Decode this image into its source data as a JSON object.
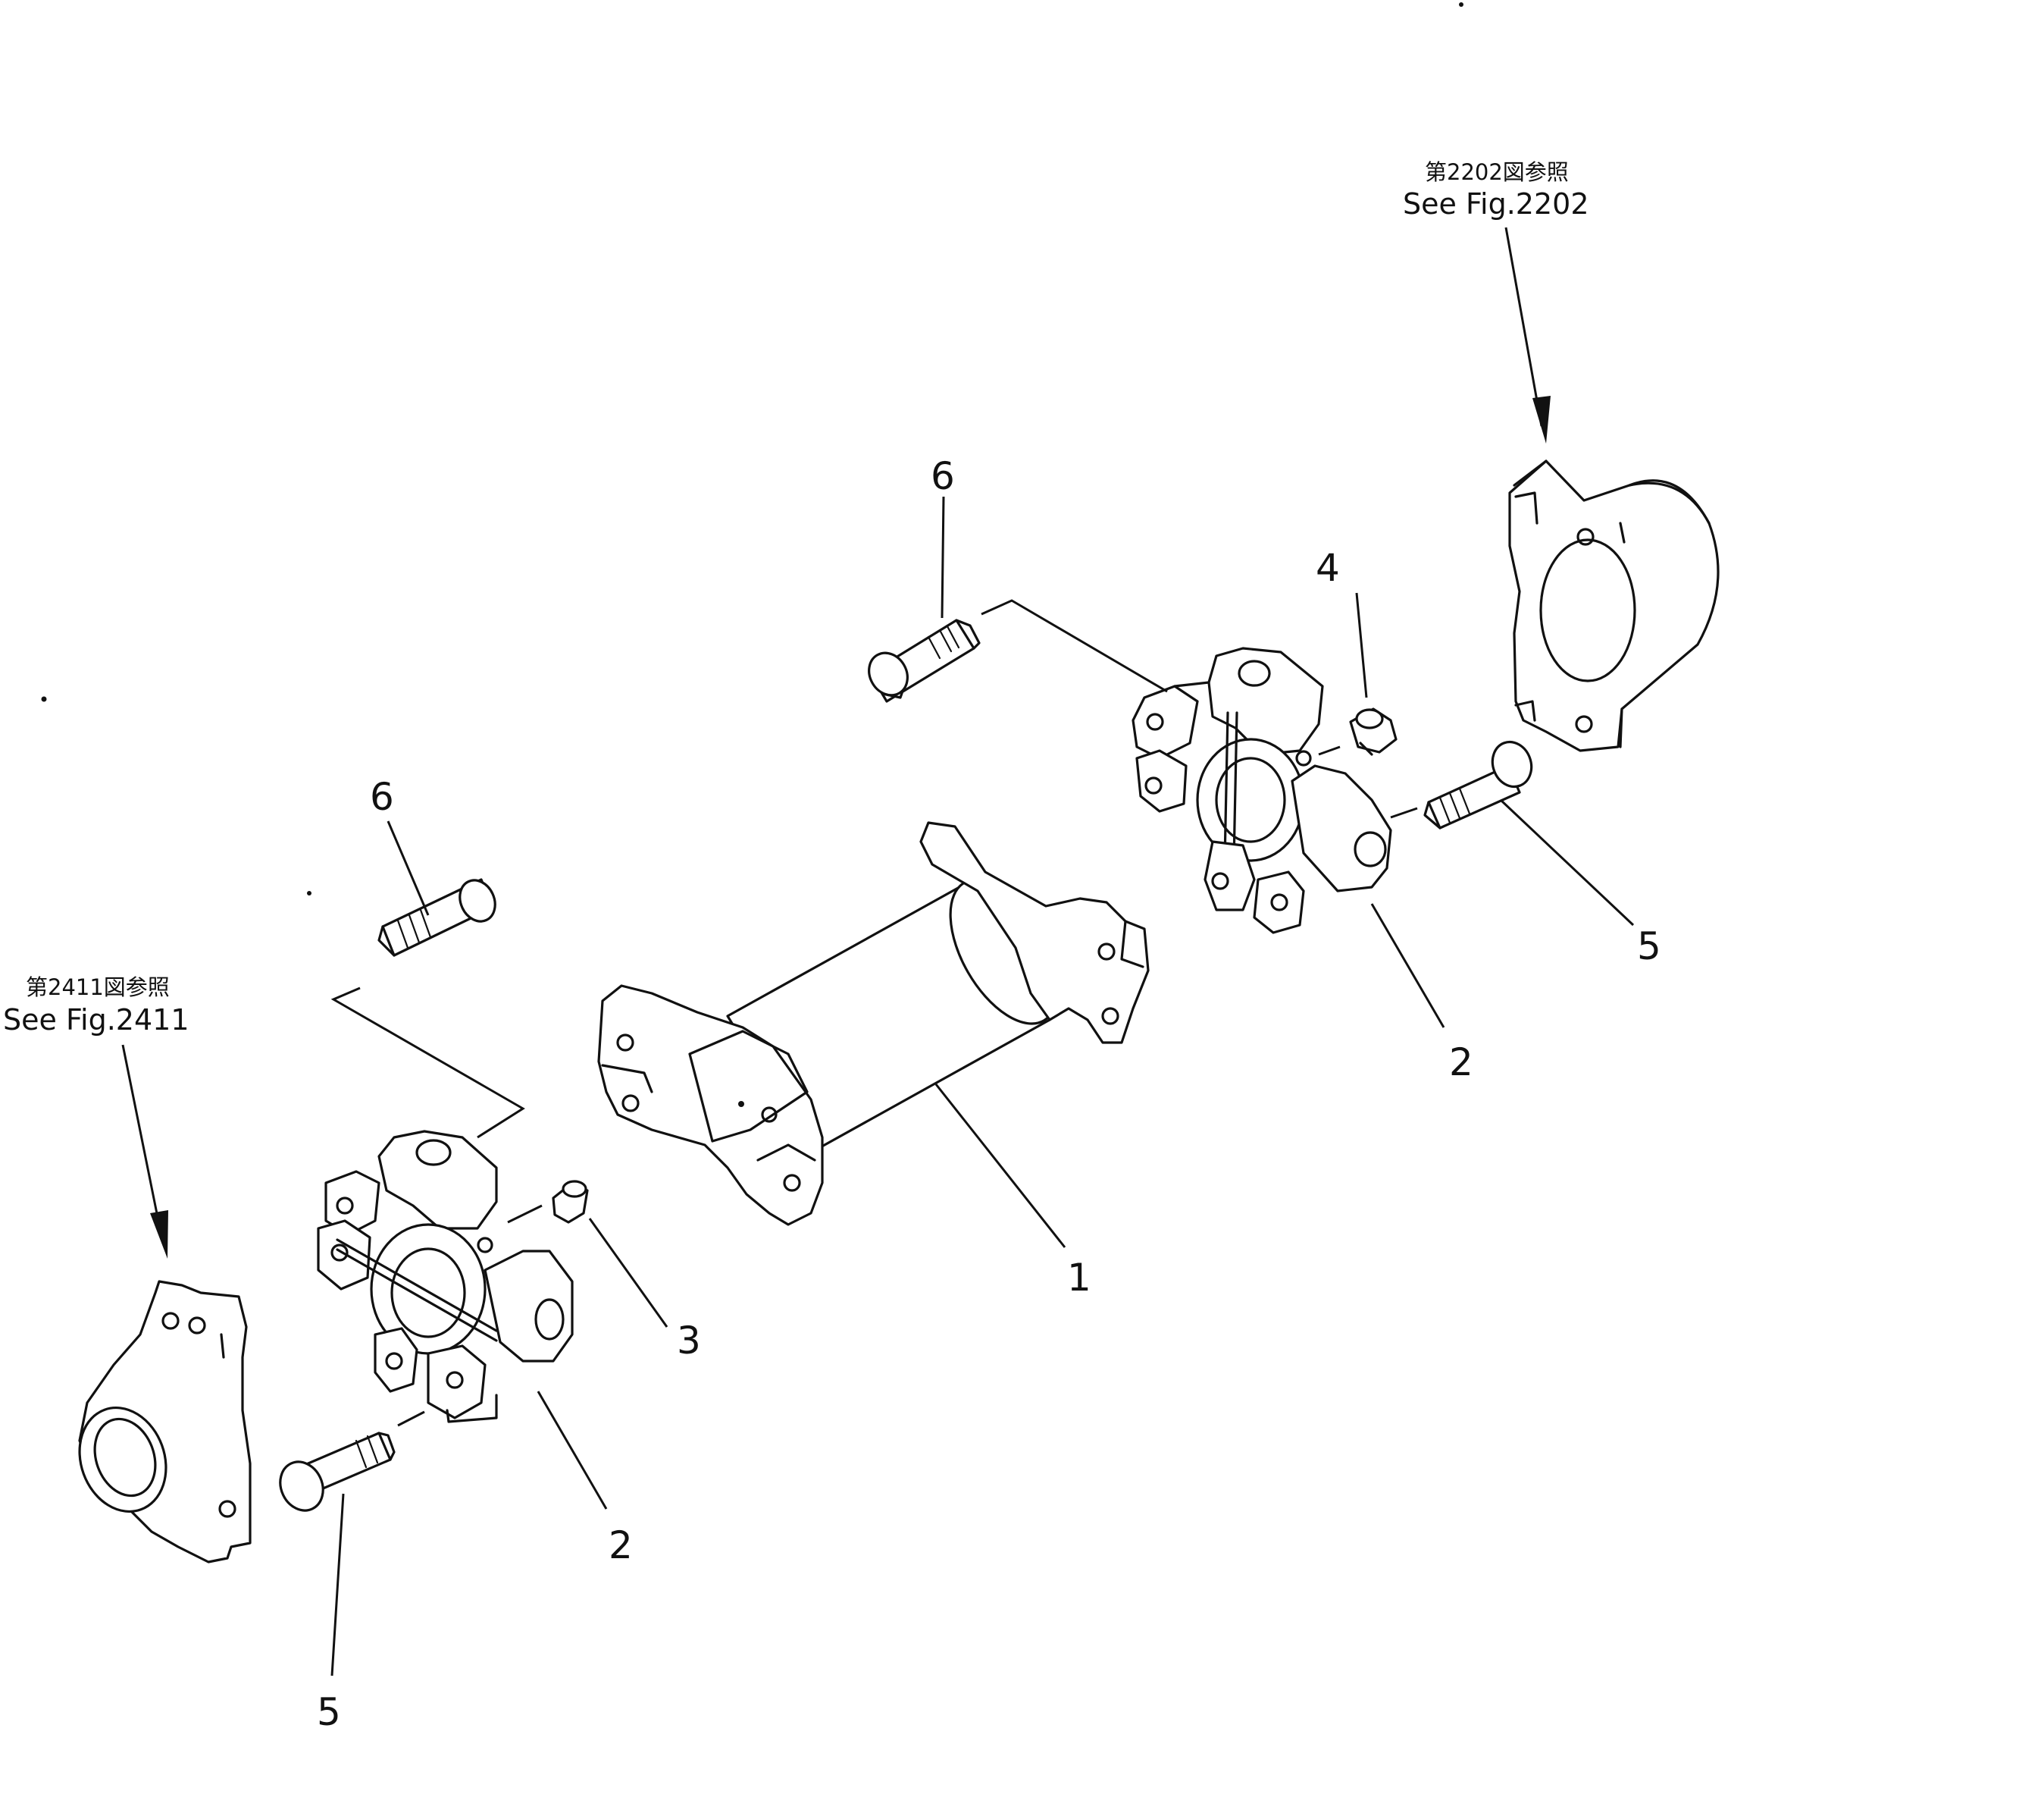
{
  "references": {
    "upper_right": {
      "jp": "第2202図参照",
      "en": "See Fig.2202"
    },
    "lower_left": {
      "jp": "第2411図参照",
      "en": "See Fig.2411"
    }
  },
  "part_labels": {
    "shaft": "1",
    "joint_lower": "2",
    "joint_upper": "2",
    "fitting_lower": "3",
    "fitting_upper": "4",
    "bolt5_lower": "5",
    "bolt5_upper": "5",
    "bolt6_lower": "6",
    "bolt6_upper": "6"
  }
}
